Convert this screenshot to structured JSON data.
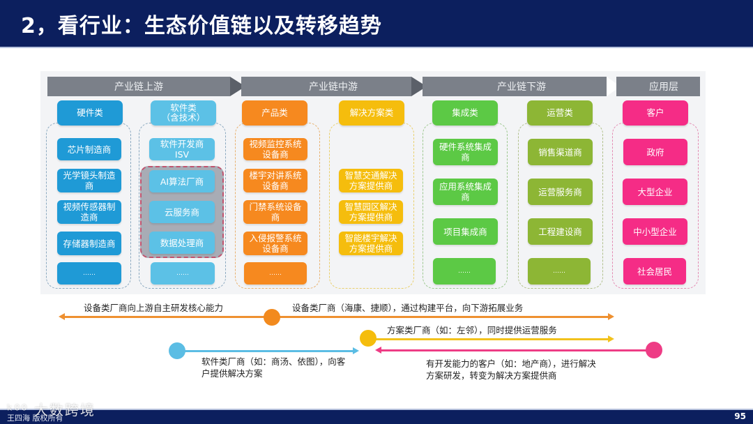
{
  "title": "2，看行业：生态价值链以及转移趋势",
  "stages": [
    {
      "label": "产业链上游"
    },
    {
      "label": "产业链中游"
    },
    {
      "label": "产业链下游"
    },
    {
      "label": "应用层"
    }
  ],
  "columns": [
    {
      "header": "硬件类",
      "color": "#1f9ad6",
      "items": [
        "芯片制造商",
        "光学镜头制造商",
        "视频传感器制造商",
        "存储器制造商",
        "……"
      ]
    },
    {
      "header": "软件类\n（含技术）",
      "color": "#5cc1e6",
      "items": [
        "软件开发商ISV",
        "AI算法厂商",
        "云服务商",
        "数据处理商",
        "……"
      ]
    },
    {
      "header": "产品类",
      "color": "#f6891f",
      "items": [
        "视频监控系统设备商",
        "楼宇对讲系统设备商",
        "门禁系统设备商",
        "入侵报警系统设备商",
        "……"
      ]
    },
    {
      "header": "解决方案类",
      "color": "#f5bd0d",
      "items": [
        "智慧交通解决方案提供商",
        "智慧园区解决方案提供商",
        "智能楼宇解决方案提供商"
      ]
    },
    {
      "header": "集成类",
      "color": "#5cc945",
      "items": [
        "硬件系统集成商",
        "应用系统集成商",
        "项目集成商",
        "……"
      ]
    },
    {
      "header": "运营类",
      "color": "#8db635",
      "items": [
        "销售渠道商",
        "运营服务商",
        "工程建设商",
        "……"
      ]
    },
    {
      "header": "客户",
      "color": "#f52c86",
      "items": [
        "政府",
        "大型企业",
        "中小型企业",
        "社会居民"
      ]
    }
  ],
  "trends": [
    {
      "text": "设备类厂商向上游自主研发核心能力",
      "color": "#ee9030",
      "direction": "left"
    },
    {
      "text": "设备类厂商（海康、捷顺），通过构建平台，向下游拓展业务",
      "color": "#ee9030",
      "direction": "right"
    },
    {
      "text": "方案类厂商（如：左邻），同时提供运营服务",
      "color": "#f2c21c",
      "direction": "right"
    },
    {
      "text_line1": "软件类厂商（如：商汤、依图），向客",
      "text_line2": "户提供解决方案",
      "color": "#5bbde4",
      "direction": "right"
    },
    {
      "text_line1": "有开发能力的客户（如：地产商），进行解决",
      "text_line2": "方案研发，转变为解决方案提供商",
      "color": "#ee3c85",
      "direction": "left"
    }
  ],
  "footer": {
    "copyright": "王四海 版权所有",
    "watermark": "大数跨境",
    "page_number": "95"
  }
}
